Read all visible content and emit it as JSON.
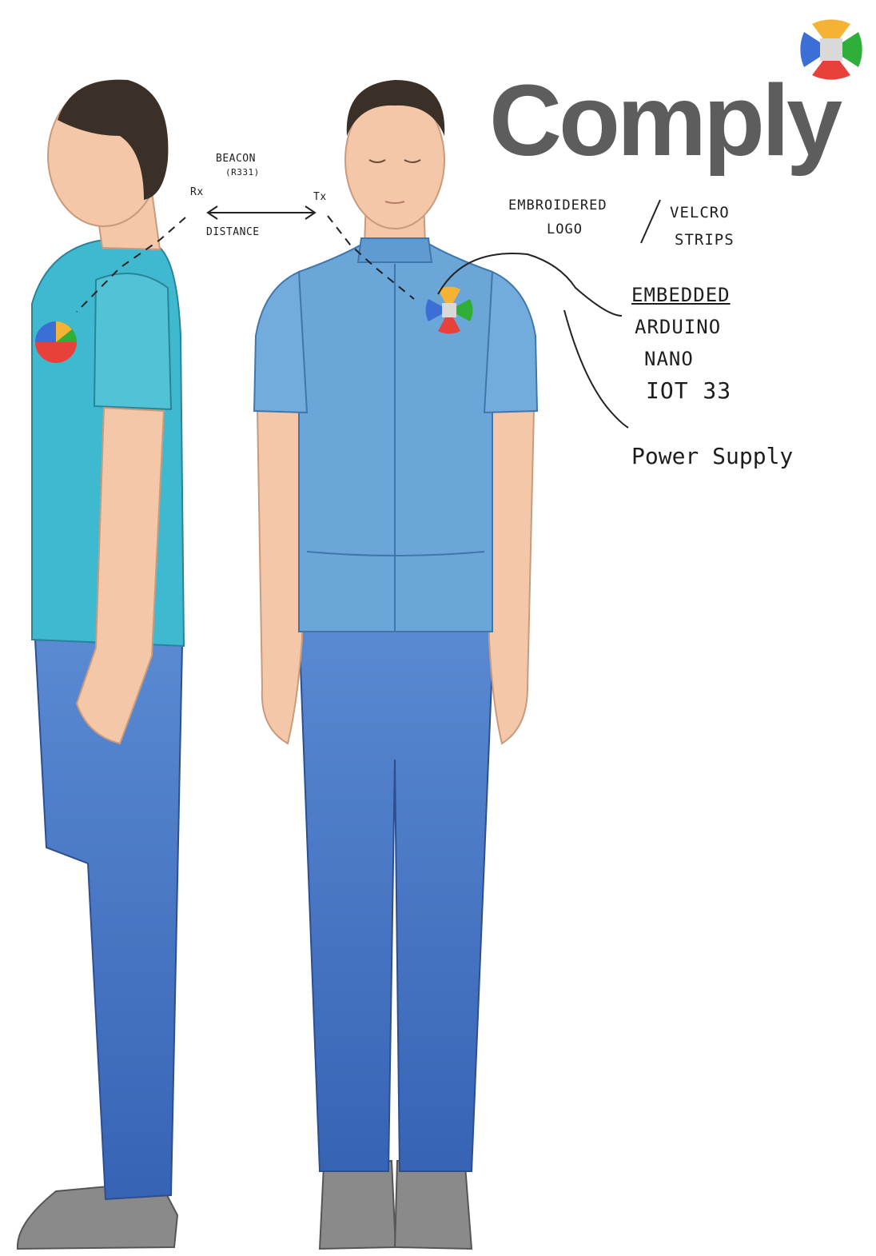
{
  "brand": {
    "name": "Comply",
    "colors": {
      "text": "#5d5d5d",
      "top": "#f5b335",
      "right": "#2fae3a",
      "bottom": "#e8413b",
      "left": "#3b6fd6",
      "center": "#d9d9d9"
    }
  },
  "labels": {
    "beacon_line1": "BEACON",
    "beacon_line2": "(R331)",
    "rx": "Rx",
    "tx": "Tx",
    "distance": "DISTANCE",
    "logo_line1": "EMBROIDERED",
    "logo_line2": "LOGO",
    "velcro_line1": "VELCRO",
    "velcro_line2": "STRIPS",
    "embedded_line1": "EMBEDDED",
    "embedded_line2": "ARDUINO",
    "embedded_line3": "NANO",
    "embedded_line4": "IOT 33",
    "power": "Power Supply"
  },
  "colors": {
    "shirt_side": "#3fb9cf",
    "shirt_front": "#6aa6d8",
    "jeans": "#3f6fc0",
    "skin": "#f3c7a8",
    "hair": "#3b3028",
    "shoe": "#8a8a8a"
  }
}
